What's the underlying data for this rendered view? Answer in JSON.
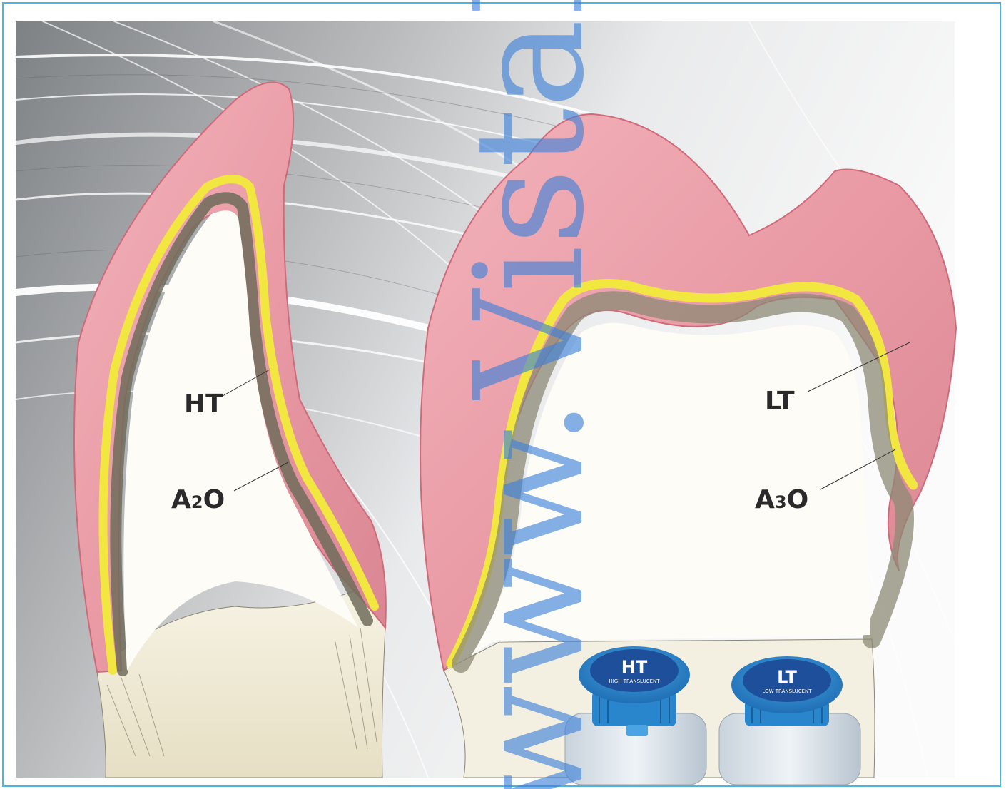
{
  "figure": {
    "labels": {
      "ht": "HT",
      "a2o_prefix": "A",
      "a2o_digit": "2",
      "a2o_suffix": "O",
      "lt": "LT",
      "a3o_prefix": "A",
      "a3o_digit": "3",
      "a3o_suffix": "O"
    },
    "bottles": {
      "ht": {
        "cap_label": "HT",
        "cap_sub": "HIGH TRANSLUCENT"
      },
      "lt": {
        "cap_label": "LT",
        "cap_sub": "LOW TRANSLUCENT"
      }
    },
    "watermark": "www.VistaDent",
    "colors": {
      "frame": "#4fb3dc",
      "enamel_pink": "#e88a95",
      "incisal_yellow": "#f2e640",
      "dentin_gray": "#7d7a66",
      "cap_blue": "#3a8fd0",
      "watermark_blue": "#3a7fd8"
    }
  }
}
